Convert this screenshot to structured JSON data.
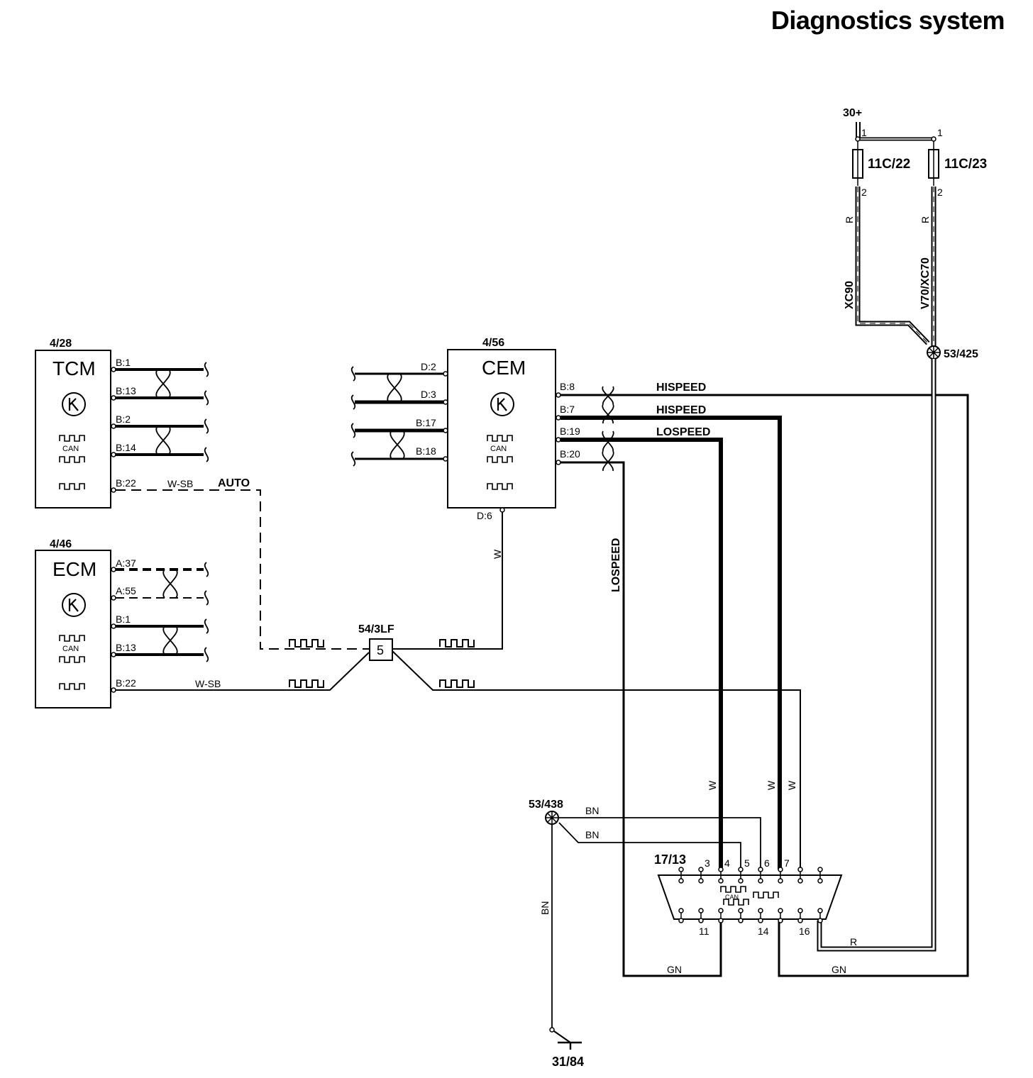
{
  "title": "Diagnostics system",
  "colors": {
    "ink": "#000000",
    "background": "#ffffff"
  },
  "components": {
    "tcm": {
      "id": "4/28",
      "name": "TCM",
      "can_label": "CAN",
      "pins": [
        "B:1",
        "B:13",
        "B:2",
        "B:14",
        "B:22"
      ]
    },
    "ecm": {
      "id": "4/46",
      "name": "ECM",
      "can_label": "CAN",
      "pins": [
        "A:37",
        "A:55",
        "B:1",
        "B:13",
        "B:22"
      ]
    },
    "cem": {
      "id": "4/56",
      "name": "CEM",
      "can_label": "CAN",
      "left_pins": [
        "D:2",
        "D:3",
        "B:17",
        "B:18"
      ],
      "right_pins": [
        "B:8",
        "B:7",
        "B:19",
        "B:20"
      ],
      "bottom_pin": "D:6"
    },
    "junction": {
      "id": "54/3LF",
      "number": "5"
    },
    "dlc": {
      "id": "17/13",
      "can_label": "CAN",
      "top_pins": [
        "3",
        "4",
        "5",
        "6",
        "7"
      ],
      "bottom_pins": [
        "11",
        "14",
        "16"
      ]
    },
    "fuses": [
      {
        "id": "11C/22",
        "pin_top": "1",
        "pin_bottom": "2"
      },
      {
        "id": "11C/23",
        "pin_top": "1",
        "pin_bottom": "2"
      }
    ],
    "supply": "30+",
    "ground_points": [
      "53/425",
      "53/438"
    ],
    "ground": "31/84"
  },
  "signals": {
    "hispeed_1": "HISPEED",
    "hispeed_2": "HISPEED",
    "lospeed_1": "LOSPEED",
    "lospeed_2": "LOSPEED",
    "auto": "AUTO"
  },
  "wire_colors": {
    "wsb_tcm": "W-SB",
    "wsb_ecm": "W-SB",
    "w_cem": "W",
    "w_dlc_a": "W",
    "w_dlc_b": "W",
    "w_dlc_c": "W",
    "bn_a": "BN",
    "bn_b": "BN",
    "bn_c": "BN",
    "gn_a": "GN",
    "gn_b": "GN",
    "r_a": "R",
    "r_b": "R",
    "r_c": "R"
  },
  "variants": {
    "left": "XC90",
    "right": "V70/XC70"
  }
}
